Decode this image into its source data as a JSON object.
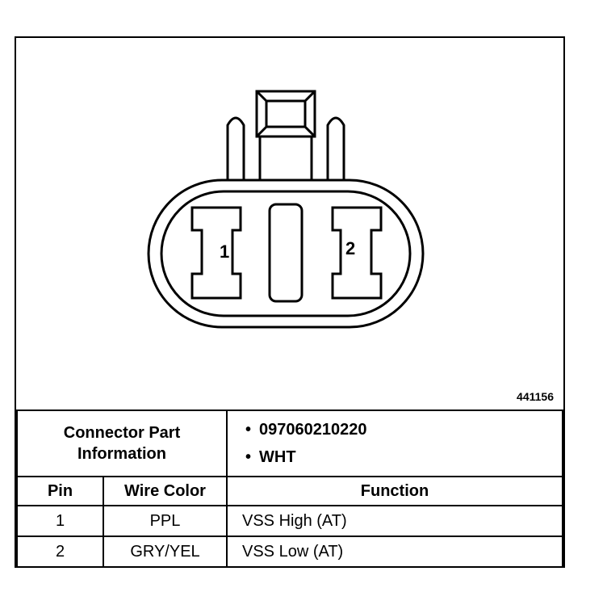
{
  "diagram": {
    "reference_number": "441156",
    "pin_labels": [
      "1",
      "2"
    ]
  },
  "connector_info": {
    "label_line1": "Connector Part",
    "label_line2": "Information",
    "items": [
      "097060210220",
      "WHT"
    ]
  },
  "table": {
    "headers": [
      "Pin",
      "Wire Color",
      "Function"
    ],
    "rows": [
      {
        "pin": "1",
        "wire_color": "PPL",
        "function": "VSS High (AT)"
      },
      {
        "pin": "2",
        "wire_color": "GRY/YEL",
        "function": "VSS Low (AT)"
      }
    ]
  }
}
